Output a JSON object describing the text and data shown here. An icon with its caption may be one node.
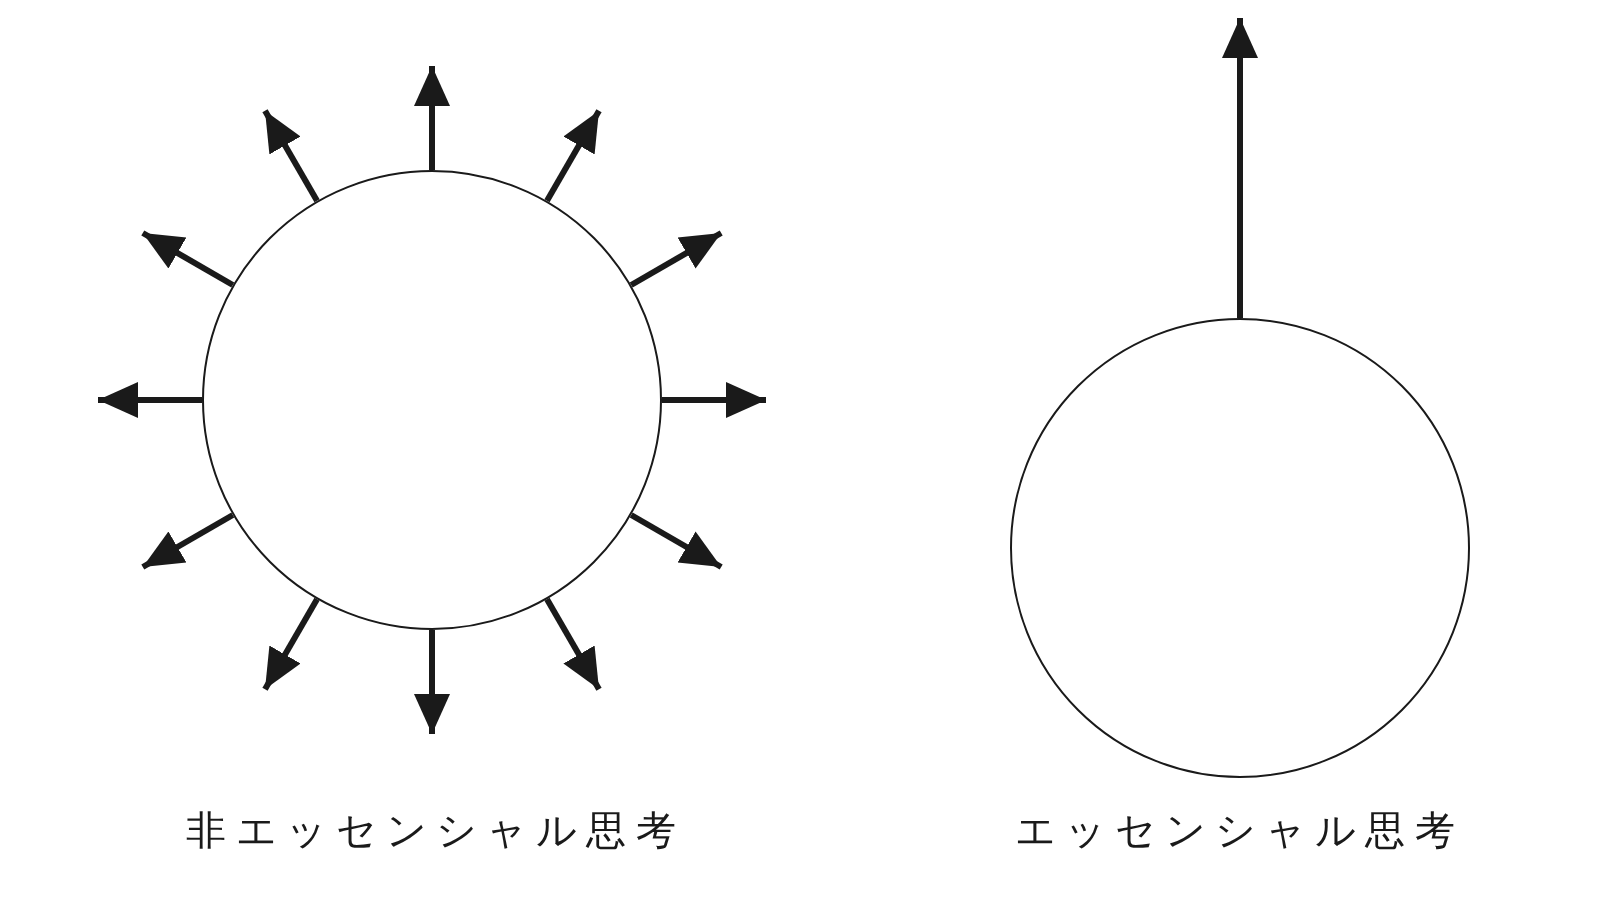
{
  "diagram": {
    "nodes": [
      {
        "text": [],
        "shape": "circle"
      },
      {
        "text": [],
        "shape": "circle"
      }
    ],
    "edges": [
      {
        "from": 0,
        "to": null,
        "arrow": "to"
      },
      {
        "from": 0,
        "to": null,
        "arrow": "to"
      },
      {
        "from": 0,
        "to": null,
        "arrow": "to"
      },
      {
        "from": 0,
        "to": null,
        "arrow": "to"
      },
      {
        "from": 0,
        "to": null,
        "arrow": "to"
      },
      {
        "from": 0,
        "to": null,
        "arrow": "to"
      },
      {
        "from": 0,
        "to": null,
        "arrow": "to"
      },
      {
        "from": 0,
        "to": null,
        "arrow": "to"
      },
      {
        "from": 0,
        "to": null,
        "arrow": "to"
      },
      {
        "from": 0,
        "to": null,
        "arrow": "to"
      },
      {
        "from": 0,
        "to": null,
        "arrow": "to"
      },
      {
        "from": 0,
        "to": null,
        "arrow": "to"
      },
      {
        "from": 1,
        "to": null,
        "arrow": "to"
      }
    ],
    "labels": [
      "非エッセンシャル思考",
      "エッセンシャル思考"
    ]
  }
}
